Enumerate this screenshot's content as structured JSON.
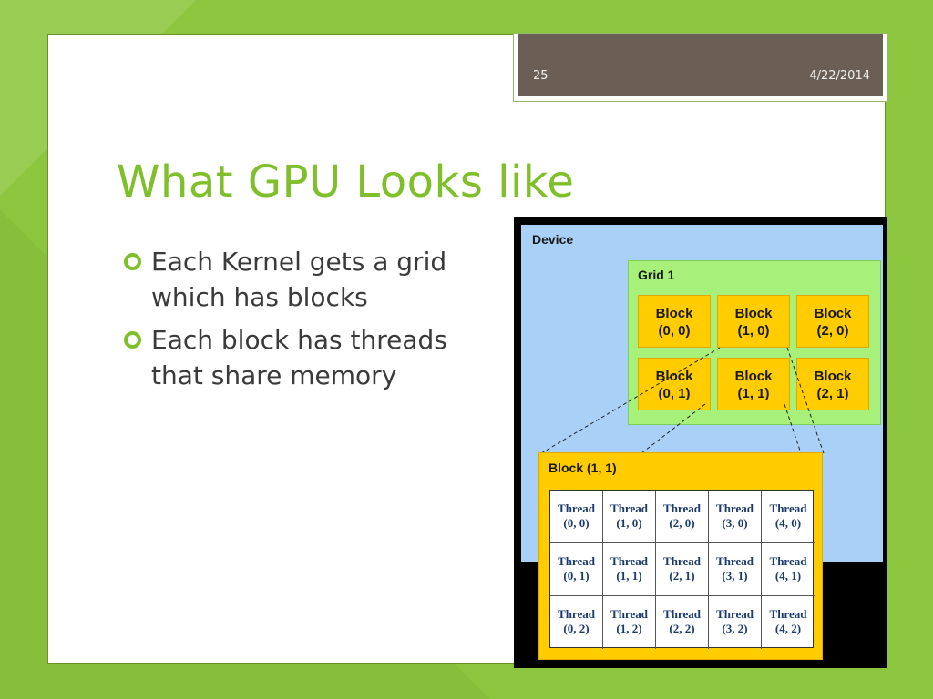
{
  "header": {
    "slide_number": "25",
    "date": "4/22/2014"
  },
  "title": "What GPU Looks like",
  "bullets": [
    "Each Kernel gets a grid which has blocks",
    "Each block has threads that share memory"
  ],
  "diagram": {
    "device_label": "Device",
    "grid_label": "Grid 1",
    "blocks": [
      [
        "Block",
        "(0, 0)"
      ],
      [
        "Block",
        "(1, 0)"
      ],
      [
        "Block",
        "(2, 0)"
      ],
      [
        "Block",
        "(0, 1)"
      ],
      [
        "Block",
        "(1, 1)"
      ],
      [
        "Block",
        "(2, 1)"
      ]
    ],
    "detail_label": "Block (1, 1)",
    "threads": [
      [
        "Thread",
        "(0, 0)"
      ],
      [
        "Thread",
        "(1, 0)"
      ],
      [
        "Thread",
        "(2, 0)"
      ],
      [
        "Thread",
        "(3, 0)"
      ],
      [
        "Thread",
        "(4, 0)"
      ],
      [
        "Thread",
        "(0, 1)"
      ],
      [
        "Thread",
        "(1, 1)"
      ],
      [
        "Thread",
        "(2, 1)"
      ],
      [
        "Thread",
        "(3, 1)"
      ],
      [
        "Thread",
        "(4, 1)"
      ],
      [
        "Thread",
        "(0, 2)"
      ],
      [
        "Thread",
        "(1, 2)"
      ],
      [
        "Thread",
        "(2, 2)"
      ],
      [
        "Thread",
        "(3, 2)"
      ],
      [
        "Thread",
        "(4, 2)"
      ]
    ]
  },
  "colors": {
    "background": "#8cc63e",
    "title": "#7fbf2a",
    "header_bar": "#6b5f55",
    "device": "#a9d1f7",
    "grid": "#a7f07a",
    "block": "#ffcc00"
  }
}
